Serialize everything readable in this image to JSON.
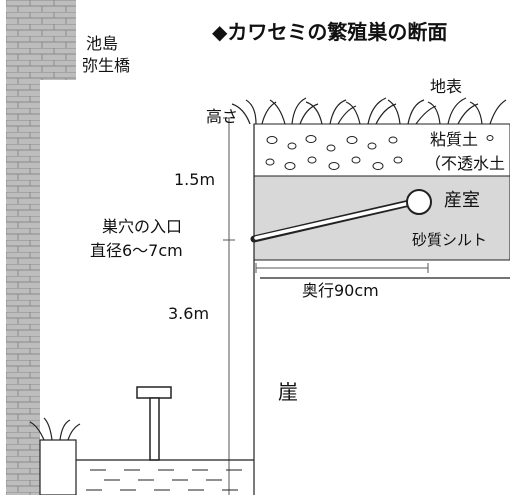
{
  "title": "◆カワセミの繁殖巣の断面",
  "location": {
    "line1": "池島",
    "line2": "弥生橋"
  },
  "labels": {
    "surface": "地表",
    "height": "高さ",
    "clay_line1": "粘質土",
    "clay_line2": "（不透水土",
    "chamber": "産室",
    "silt": "砂質シルト",
    "entrance_line1": "巣穴の入口",
    "entrance_line2": "直径6～7cm",
    "depth": "奥行90cm",
    "cliff": "崖"
  },
  "dimensions": {
    "upper": "1.5m",
    "lower": "3.6m"
  },
  "colors": {
    "silt_layer": "#d8d8d8",
    "brick_wall": "#bdbdbd",
    "line": "#222222"
  }
}
